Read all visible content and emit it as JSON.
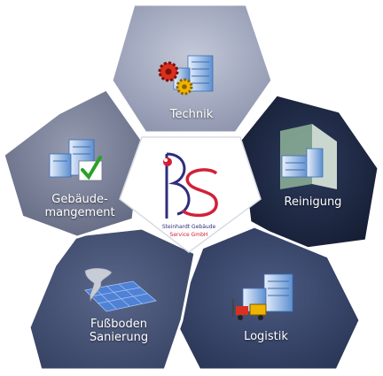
{
  "logo": {
    "letters": "BS",
    "line1": "Steinhardt Gebäude",
    "line2": "Service GmbH"
  },
  "tiles": {
    "technik": {
      "label": "Technik",
      "icon": "gears-building-icon"
    },
    "reinigung": {
      "label": "Reinigung",
      "icon": "glass-building-icon"
    },
    "logistik": {
      "label": "Logistik",
      "icon": "forklift-building-icon"
    },
    "fussboden": {
      "label_line1": "Fußboden",
      "label_line2": "Sanierung",
      "icon": "tornado-floor-icon"
    },
    "gebaeude": {
      "label_line1": "Gebäude-",
      "label_line2": "mangement",
      "icon": "checkmark-building-icon"
    }
  },
  "colors": {
    "technik": "#a7aec4",
    "reinigung": "#1f2c47",
    "logistik": "#3b4a6f",
    "fussboden": "#4a5779",
    "gebaeude": "#7b8299",
    "logo_blue": "#2f2d7c",
    "logo_red": "#d0213a"
  }
}
